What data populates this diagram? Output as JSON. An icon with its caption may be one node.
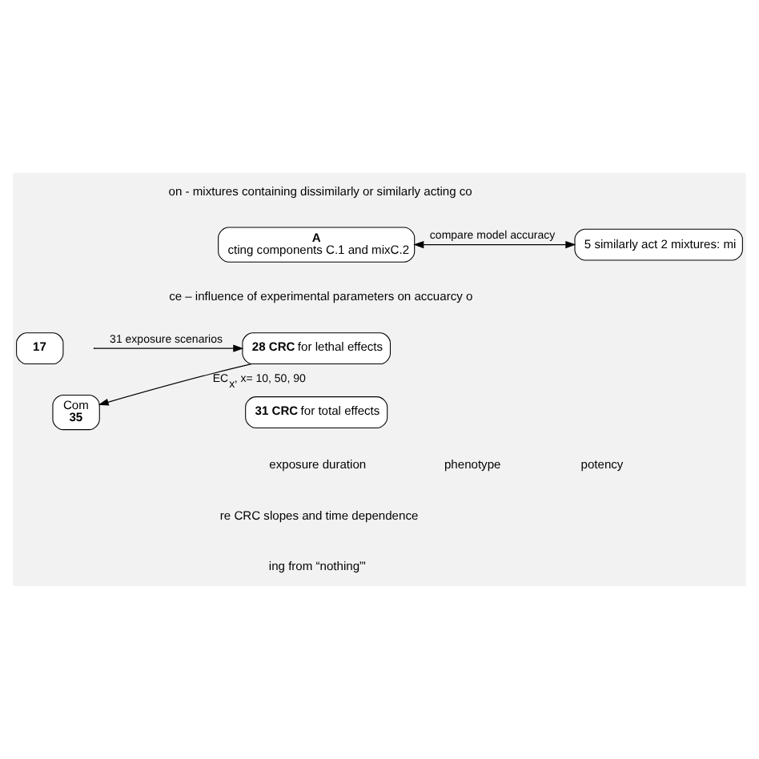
{
  "diagram": {
    "nodes": [
      {
        "text": [
          "A",
          "cting components C.1 and mixC.2"
        ]
      },
      {
        "text": [
          "5 similarly act 2 mixtures: mi"
        ]
      },
      {
        "text": [
          "**28 CRC** for lethal effects"
        ]
      },
      {
        "text": [
          "**31 CRC** for total effects"
        ]
      },
      {
        "text": [
          "**17**"
        ]
      },
      {
        "text": [
          "Com",
          "**35**"
        ]
      }
    ],
    "edges": [
      {
        "from": 0,
        "to": 1,
        "arrow": "both",
        "label": "compare model accuracy"
      },
      {
        "from": null,
        "to": 2,
        "arrow": "to",
        "label": "31 exposure scenarios"
      },
      {
        "from": 2,
        "to": 5,
        "arrow": "to",
        "label": "EC$_{x}$, x= 10, 50, 90"
      }
    ],
    "labels": [
      "on - mixtures containing dissimilarly or similarly acting co",
      "ce – influence of experimental parameters on accuarcy o",
      "exposure duration",
      "phenotype",
      "potency",
      "re CRC slopes and time dependence",
      "ing from “nothing”'"
    ]
  }
}
